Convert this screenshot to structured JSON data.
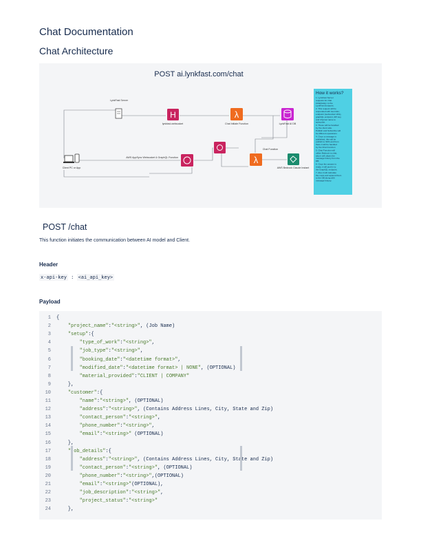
{
  "page": {
    "title": "Chat Documentation",
    "section": "Chat Architecture"
  },
  "diagram": {
    "title": "POST ai.lynkfast.com/chat",
    "nodes": {
      "server": "LynkFast Server",
      "gateway": "lynkfast-websocket",
      "initiate": "Chat Initiate Function",
      "db": "LynkFast AI DB",
      "client": "Client PC or App",
      "appsync": "AWS AppSync Websocket & GraphQL Function",
      "chatfn": "Chat Function",
      "bedrock": "AWS Bedrock Claude Instant"
    },
    "how": {
      "title": "How it works?",
      "steps": [
        "LynkFast Server requests for chat initialization to the LynkFast Endpoint.",
        "This request will be responded with two links; endpoint (websocket URL), graphQL endpoint, API key and channel name to subscribe.",
        "These will be handled by the client side. Publish and Subscribe will be different operations.",
        "Once a message is published, this will be publish to SNS and from there it will be handled by the Chat Function",
        "Chat Function will utilize Bedrock to chat, also it will obtain the message history from the DB.",
        "Once the answer is ready, it will push it to the GraphQL endpoint.",
        "Also it will calculate the costs and append them to the DB along with message history."
      ]
    },
    "colors": {
      "apigw": "#c9245f",
      "lambda": "#ef6b1f",
      "db": "#c925d1",
      "appsync": "#c9245f",
      "sns": "#c9245f",
      "bedrock": "#1b8c6e",
      "panel": "#4fd0e4"
    }
  },
  "endpoint": {
    "title": "POST /chat",
    "description": "This function initiates the communication between AI model and Client."
  },
  "header": {
    "title": "Header",
    "key": "x-api-key",
    "sep": " : ",
    "value": "<ai_api_key>"
  },
  "payload": {
    "title": "Payload",
    "lines": [
      {
        "n": "1",
        "parts": [
          {
            "t": "{"
          }
        ]
      },
      {
        "n": "2",
        "parts": [
          {
            "t": "    "
          },
          {
            "t": "\"project_name\"",
            "s": true
          },
          {
            "t": ":"
          },
          {
            "t": "\"<string>\"",
            "s": true
          },
          {
            "t": ", (Job Name)"
          }
        ]
      },
      {
        "n": "3",
        "parts": [
          {
            "t": "    "
          },
          {
            "t": "\"setup\"",
            "s": true
          },
          {
            "t": ":{"
          }
        ]
      },
      {
        "n": "4",
        "parts": [
          {
            "t": "        "
          },
          {
            "t": "\"type_of_work\"",
            "s": true
          },
          {
            "t": ":"
          },
          {
            "t": "\"<string>\"",
            "s": true
          },
          {
            "t": ","
          }
        ]
      },
      {
        "n": "5",
        "parts": [
          {
            "t": "        "
          },
          {
            "t": "\"job_type\"",
            "s": true
          },
          {
            "t": ":"
          },
          {
            "t": "\"<string>\"",
            "s": true
          },
          {
            "t": ","
          }
        ]
      },
      {
        "n": "6",
        "parts": [
          {
            "t": "        "
          },
          {
            "t": "\"booking_date\"",
            "s": true
          },
          {
            "t": ":"
          },
          {
            "t": "\"<datetime format>\"",
            "s": true
          },
          {
            "t": ","
          }
        ]
      },
      {
        "n": "7",
        "parts": [
          {
            "t": "        "
          },
          {
            "t": "\"modified_date\"",
            "s": true
          },
          {
            "t": ":"
          },
          {
            "t": "\"<datetime format> | NONE\"",
            "s": true
          },
          {
            "t": ", (OPTIONAL)"
          }
        ]
      },
      {
        "n": "8",
        "parts": [
          {
            "t": "        "
          },
          {
            "t": "\"material_provided\"",
            "s": true
          },
          {
            "t": ":"
          },
          {
            "t": "\"CLIENT | COMPANY\"",
            "s": true
          }
        ]
      },
      {
        "n": "9",
        "parts": [
          {
            "t": "    },"
          }
        ]
      },
      {
        "n": "10",
        "parts": [
          {
            "t": "    "
          },
          {
            "t": "\"customer\"",
            "s": true
          },
          {
            "t": ":{"
          }
        ]
      },
      {
        "n": "11",
        "parts": [
          {
            "t": "        "
          },
          {
            "t": "\"name\"",
            "s": true
          },
          {
            "t": ":"
          },
          {
            "t": "\"<string>\"",
            "s": true
          },
          {
            "t": ", (OPTIONAL)"
          }
        ]
      },
      {
        "n": "12",
        "parts": [
          {
            "t": "        "
          },
          {
            "t": "\"address\"",
            "s": true
          },
          {
            "t": ":"
          },
          {
            "t": "\"<string>\"",
            "s": true
          },
          {
            "t": ", (Contains Address Lines, City, State and Zip)"
          }
        ]
      },
      {
        "n": "13",
        "parts": [
          {
            "t": "        "
          },
          {
            "t": "\"contact_person\"",
            "s": true
          },
          {
            "t": ":"
          },
          {
            "t": "\"<string>\"",
            "s": true
          },
          {
            "t": ","
          }
        ]
      },
      {
        "n": "14",
        "parts": [
          {
            "t": "        "
          },
          {
            "t": "\"phone_number\"",
            "s": true
          },
          {
            "t": ":"
          },
          {
            "t": "\"<string>\"",
            "s": true
          },
          {
            "t": ","
          }
        ]
      },
      {
        "n": "15",
        "parts": [
          {
            "t": "        "
          },
          {
            "t": "\"email\"",
            "s": true
          },
          {
            "t": ":"
          },
          {
            "t": "\"<string>\"",
            "s": true
          },
          {
            "t": " (OPTIONAL)"
          }
        ]
      },
      {
        "n": "16",
        "parts": [
          {
            "t": "    },"
          }
        ]
      },
      {
        "n": "17",
        "parts": [
          {
            "t": "    "
          },
          {
            "t": "\"job_details\"",
            "s": true
          },
          {
            "t": ":{"
          }
        ]
      },
      {
        "n": "18",
        "parts": [
          {
            "t": "        "
          },
          {
            "t": "\"address\"",
            "s": true
          },
          {
            "t": ":"
          },
          {
            "t": "\"<string>\"",
            "s": true
          },
          {
            "t": ", (Contains Address Lines, City, State and Zip)"
          }
        ]
      },
      {
        "n": "19",
        "parts": [
          {
            "t": "        "
          },
          {
            "t": "\"contact_person\"",
            "s": true
          },
          {
            "t": ":"
          },
          {
            "t": "\"<string>\"",
            "s": true
          },
          {
            "t": ", (OPTIONAL)"
          }
        ]
      },
      {
        "n": "20",
        "parts": [
          {
            "t": "        "
          },
          {
            "t": "\"phone_number\"",
            "s": true
          },
          {
            "t": ":"
          },
          {
            "t": "\"<string>\"",
            "s": true
          },
          {
            "t": ",(OPTIONAL)"
          }
        ]
      },
      {
        "n": "21",
        "parts": [
          {
            "t": "        "
          },
          {
            "t": "\"email\"",
            "s": true
          },
          {
            "t": ":"
          },
          {
            "t": "\"<string>\"",
            "s": true
          },
          {
            "t": "(OPTIONAL),"
          }
        ]
      },
      {
        "n": "22",
        "parts": [
          {
            "t": "        "
          },
          {
            "t": "\"job_description\"",
            "s": true
          },
          {
            "t": ":"
          },
          {
            "t": "\"<string>\"",
            "s": true
          },
          {
            "t": ","
          }
        ]
      },
      {
        "n": "23",
        "parts": [
          {
            "t": "        "
          },
          {
            "t": "\"project_status\"",
            "s": true
          },
          {
            "t": ":"
          },
          {
            "t": "\"<string>\"",
            "s": true
          }
        ]
      },
      {
        "n": "24",
        "parts": [
          {
            "t": "    },"
          }
        ]
      }
    ]
  }
}
